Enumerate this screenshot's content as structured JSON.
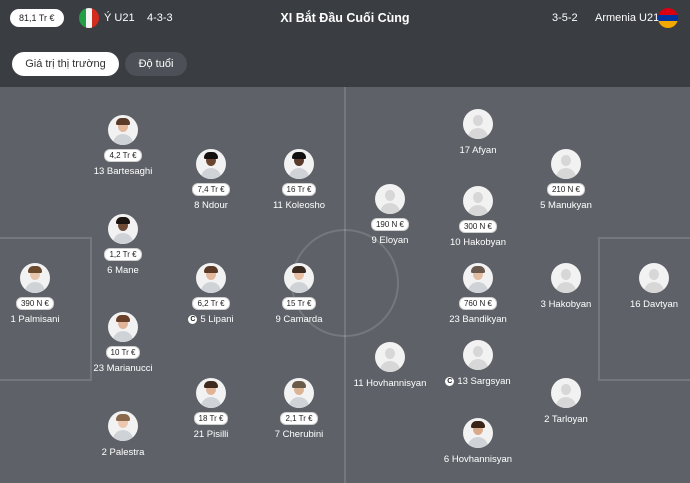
{
  "header": {
    "home_market_value": "81,1 Tr €",
    "home_team": "Ý U21",
    "home_formation": "4-3-3",
    "title": "XI Bắt Đầu Cuối Cùng",
    "away_formation": "3-5-2",
    "away_team": "Armenia U21",
    "home_flag_icon": "italy-flag-icon",
    "away_flag_icon": "armenia-flag-icon"
  },
  "tabs": [
    {
      "label": "Giá trị thị trường",
      "active": true
    },
    {
      "label": "Độ tuổi",
      "active": false
    }
  ],
  "captain_mark": "C",
  "home_players": [
    {
      "name": "13 Bartesaghi",
      "value": "4,2 Tr €"
    },
    {
      "name": "8 Ndour",
      "value": "7,4 Tr €"
    },
    {
      "name": "11 Koleosho",
      "value": "16 Tr €"
    },
    {
      "name": "6 Mane",
      "value": "1,2 Tr €"
    },
    {
      "name": "1 Palmisani",
      "value": "390 N €"
    },
    {
      "name": "5 Lipani",
      "value": "6,2 Tr €",
      "captain": true
    },
    {
      "name": "9 Camarda",
      "value": "15 Tr €"
    },
    {
      "name": "23 Marianucci",
      "value": "10 Tr €"
    },
    {
      "name": "21 Pisilli",
      "value": "18 Tr €"
    },
    {
      "name": "7 Cherubini",
      "value": "2,1 Tr €"
    },
    {
      "name": "2 Palestra",
      "value": ""
    }
  ],
  "away_players": [
    {
      "name": "17 Afyan",
      "value": ""
    },
    {
      "name": "5 Manukyan",
      "value": "210 N €"
    },
    {
      "name": "9 Eloyan",
      "value": "190 N €"
    },
    {
      "name": "10 Hakobyan",
      "value": "300 N €"
    },
    {
      "name": "23 Bandikyan",
      "value": "760 N €"
    },
    {
      "name": "3 Hakobyan",
      "value": ""
    },
    {
      "name": "16 Davtyan",
      "value": ""
    },
    {
      "name": "11 Hovhannisyan",
      "value": ""
    },
    {
      "name": "13 Sargsyan",
      "value": "",
      "captain": true
    },
    {
      "name": "2 Tarloyan",
      "value": ""
    },
    {
      "name": "6 Hovhannisyan",
      "value": ""
    }
  ],
  "colors": {
    "background": "#3a3d42",
    "pitch": "#5e6268",
    "badge": "#ffffff"
  }
}
